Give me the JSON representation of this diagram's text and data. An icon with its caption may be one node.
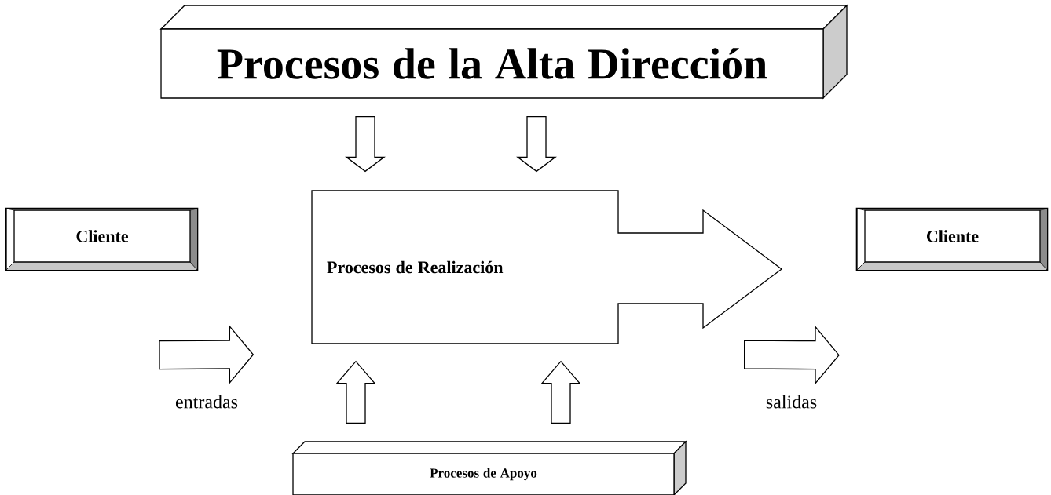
{
  "diagram": {
    "nodes": [
      {
        "text": [
          "Procesos de la Alta Dirección"
        ]
      },
      {
        "text": [
          "Cliente"
        ]
      },
      {
        "text": [
          "Procesos de Realización"
        ]
      },
      {
        "text": [
          "Cliente"
        ]
      },
      {
        "text": [
          "Procesos de Apoyo"
        ]
      }
    ],
    "edges": [
      {
        "from": 0,
        "to": 2,
        "arrow": "to"
      },
      {
        "from": 0,
        "to": 2,
        "arrow": "to"
      },
      {
        "from": 4,
        "to": 2,
        "arrow": "to"
      },
      {
        "from": 4,
        "to": 2,
        "arrow": "to"
      },
      {
        "from": 1,
        "to": 2,
        "arrow": "to",
        "label": "entradas"
      },
      {
        "from": 2,
        "to": 3,
        "arrow": "to",
        "label": "salidas"
      }
    ]
  }
}
